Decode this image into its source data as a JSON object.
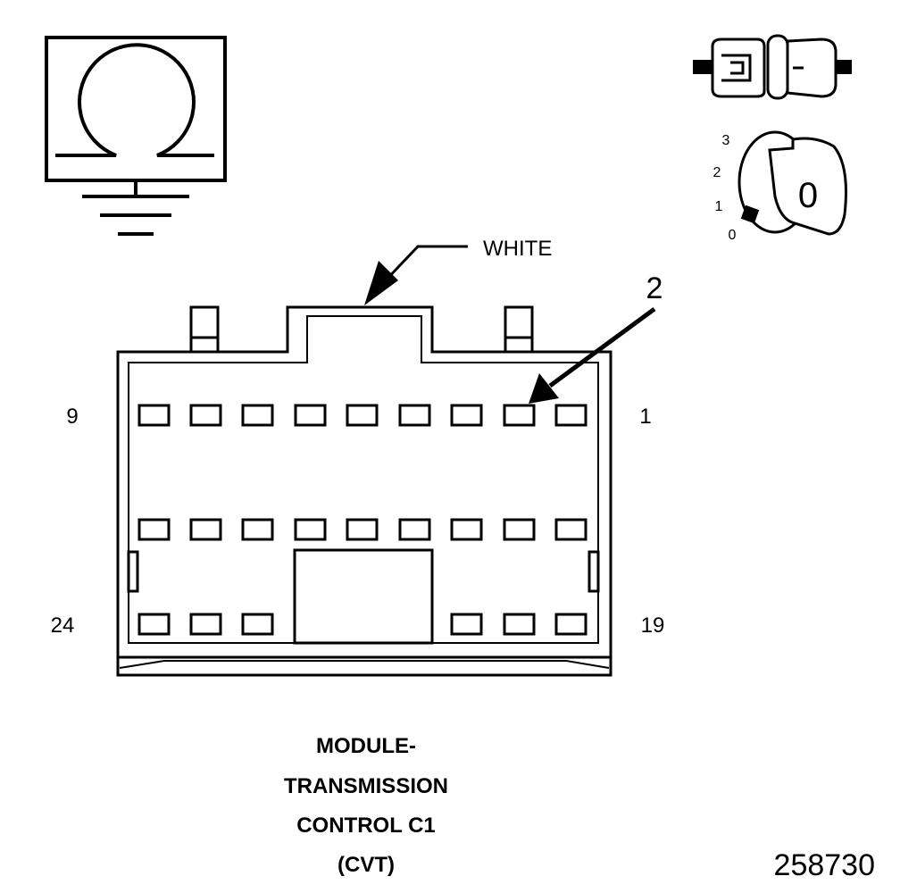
{
  "figure_number": "258730",
  "callout_number": "2",
  "connector_color_label": "WHITE",
  "pin_labels": {
    "top_left": "9",
    "top_right": "1",
    "bottom_left": "24",
    "bottom_right": "19"
  },
  "ignition_positions": [
    "3",
    "2",
    "1",
    "0"
  ],
  "ignition_key_marking": "0",
  "title_lines": [
    "MODULE-",
    "TRANSMISSION",
    "CONTROL C1",
    "(CVT)"
  ],
  "icons": [
    "ohmmeter-ground-icon",
    "unplugged-connector-icon",
    "ignition-key-off-icon"
  ]
}
